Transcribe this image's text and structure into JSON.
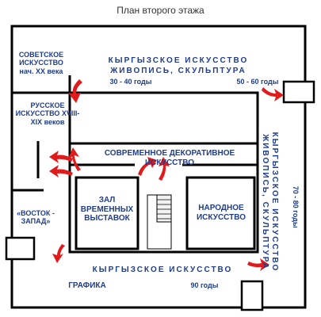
{
  "title": "План второго этажа",
  "colors": {
    "wall": "#000000",
    "room_fill": "#ffffff",
    "label": "#1f3d8c",
    "arrow": "#e11b1b"
  },
  "rooms": {
    "soviet": "СОВЕТСКОЕ ИСКУССТВО нач. XX века",
    "russian": "РУССКОЕ ИСКУССТВО XVIII-XIX веков",
    "east_west": "«ВОСТОК - ЗАПАД»",
    "kyrgyz_painting_top_line1": "КЫРГЫЗСКОЕ ИСКУССТВО",
    "kyrgyz_painting_top_line2": "ЖИВОПИСЬ, СКУЛЬПТУРА",
    "years_30_40": "30 - 40 годы",
    "years_50_60": "50 - 60 годы",
    "modern_decorative": "СОВРЕМЕННОЕ ДЕКОРАТИВНОЕ ИСКУССТВО",
    "temporary_hall": "ЗАЛ ВРЕМЕННЫХ ВЫСТАВОК",
    "folk_art": "НАРОДНОЕ ИСКУССТВО",
    "kyrgyz_right_line1": "КЫРГЫЗСКОЕ ИСКУССТВО",
    "kyrgyz_right_line2": "ЖИВОПИСЬ, СКУЛЬПТУРА",
    "years_70_80": "70 - 80 годы",
    "kyrgyz_bottom": "КЫРГЫЗСКОЕ ИСКУССТВО",
    "graphics": "ГРАФИКА",
    "years_90": "90 годы"
  }
}
